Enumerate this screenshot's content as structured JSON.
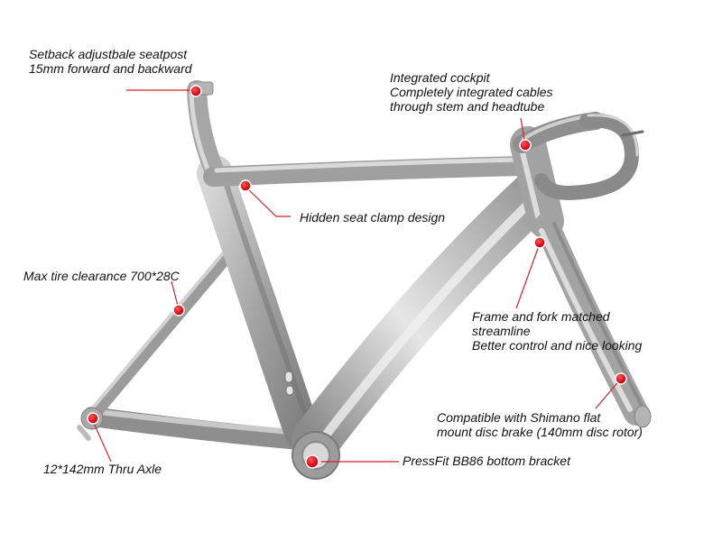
{
  "colors": {
    "background": "#ffffff",
    "frame": "#a9a9a9",
    "frame_shadow": "#7c7c7c",
    "frame_highlight": "#e2e2e2",
    "marker": "#e0101a",
    "leader_line": "#d0232a",
    "text": "#111111"
  },
  "callouts": {
    "seatpost": {
      "lines": [
        "Setback adjustbale seatpost",
        "15mm forward and backward"
      ]
    },
    "cockpit": {
      "lines": [
        "Integrated cockpit",
        "Completely integrated cables",
        "through stem and headtube"
      ]
    },
    "seat_clamp": {
      "lines": [
        "Hidden seat clamp design"
      ]
    },
    "tire_clearance": {
      "lines": [
        "Max tire clearance 700*28C"
      ]
    },
    "fork": {
      "lines": [
        "Frame and fork matched",
        "streamline",
        "Better control and nice looking"
      ]
    },
    "disc_brake": {
      "lines": [
        "Compatible with Shimano flat",
        "mount disc brake (140mm disc rotor)"
      ]
    },
    "bottom_bracket": {
      "lines": [
        "PressFit BB86 bottom bracket"
      ]
    },
    "thru_axle": {
      "lines": [
        "12*142mm Thru Axle"
      ]
    }
  },
  "marker_icon": "red-dot-marker"
}
